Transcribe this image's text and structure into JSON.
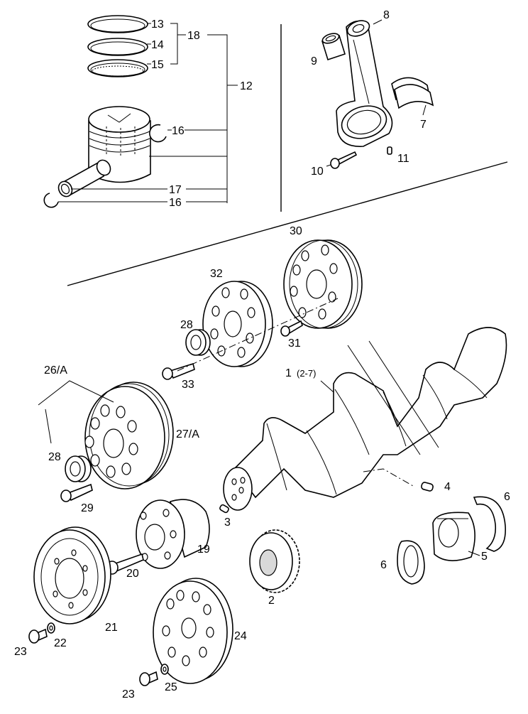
{
  "labels": {
    "l1": "1",
    "l1_sub": "(2-7)",
    "l2": "2",
    "l3": "3",
    "l4": "4",
    "l5": "5",
    "l6a": "6",
    "l6b": "6",
    "l7": "7",
    "l8": "8",
    "l9": "9",
    "l10": "10",
    "l11": "11",
    "l12": "12",
    "l13": "13",
    "l14": "14",
    "l15": "15",
    "l16a": "16",
    "l16b": "16",
    "l17": "17",
    "l18": "18",
    "l19": "19",
    "l20": "20",
    "l21": "21",
    "l22": "22",
    "l23a": "23",
    "l23b": "23",
    "l24": "24",
    "l25": "25",
    "l26": "26/A",
    "l27": "27/A",
    "l28a": "28",
    "l28b": "28",
    "l29": "29",
    "l30": "30",
    "l31": "31",
    "l32": "32",
    "l33": "33"
  }
}
